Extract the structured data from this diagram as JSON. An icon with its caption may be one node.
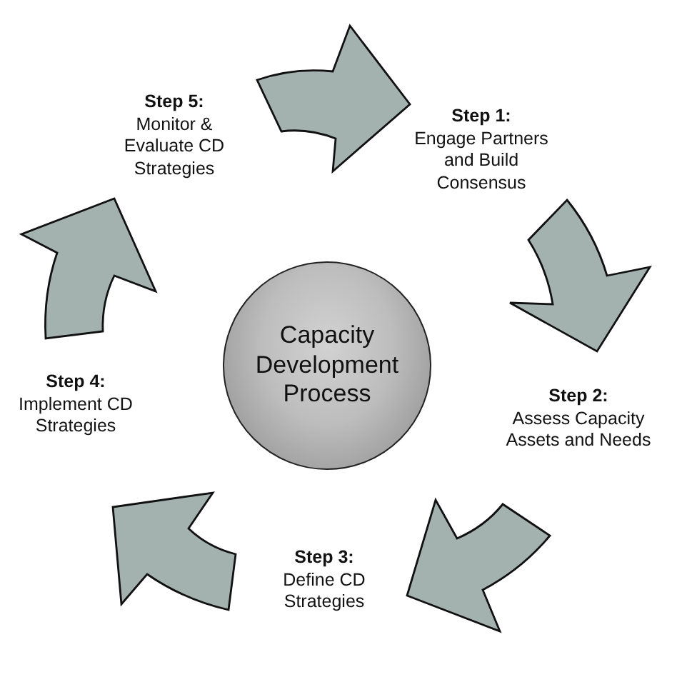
{
  "diagram": {
    "nodes": [
      {
        "text": [
          "Capacity Development Process"
        ]
      },
      {
        "text": [
          "Step 1:",
          "Engage Partners and Build Consensus"
        ]
      },
      {
        "text": [
          "Step 2:",
          "Assess Capacity Assets and Needs"
        ]
      },
      {
        "text": [
          "Step 3:",
          "Define CD Strategies"
        ]
      },
      {
        "text": [
          "Step 4:",
          "Implement CD Strategies"
        ]
      },
      {
        "text": [
          "Step 5:",
          "Monitor & Evaluate CD Strategies"
        ]
      }
    ],
    "edges": [
      {
        "from": 5,
        "to": 1,
        "arrow": "to"
      },
      {
        "from": 1,
        "to": 2,
        "arrow": "to"
      },
      {
        "from": 2,
        "to": 3,
        "arrow": "to"
      },
      {
        "from": 3,
        "to": 4,
        "arrow": "to"
      },
      {
        "from": 4,
        "to": 5,
        "arrow": "to"
      }
    ]
  }
}
